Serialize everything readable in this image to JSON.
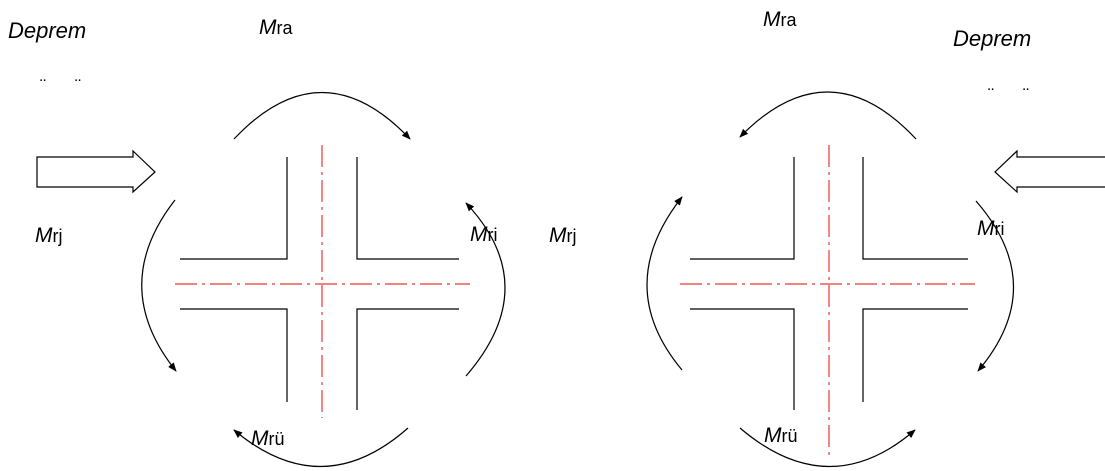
{
  "diagram": {
    "line_color": "#000000",
    "axis_color": "#e53935",
    "left_panel": {
      "earthquake_label": "Deprem",
      "accel_dots": "¨ ¨",
      "moments": {
        "top": {
          "symbol": "M",
          "sub": "ra"
        },
        "left": {
          "symbol": "M",
          "sub": "rj"
        },
        "right": {
          "symbol": "M",
          "sub": "ri"
        },
        "bottom": {
          "symbol": "M",
          "sub": "rü"
        }
      }
    },
    "right_panel": {
      "earthquake_label": "Deprem",
      "accel_dots": "¨ ¨",
      "moments": {
        "top": {
          "symbol": "M",
          "sub": "ra"
        },
        "left": {
          "symbol": "M",
          "sub": "rj"
        },
        "right": {
          "symbol": "M",
          "sub": "ri"
        },
        "bottom": {
          "symbol": "M",
          "sub": "rü"
        }
      }
    }
  }
}
